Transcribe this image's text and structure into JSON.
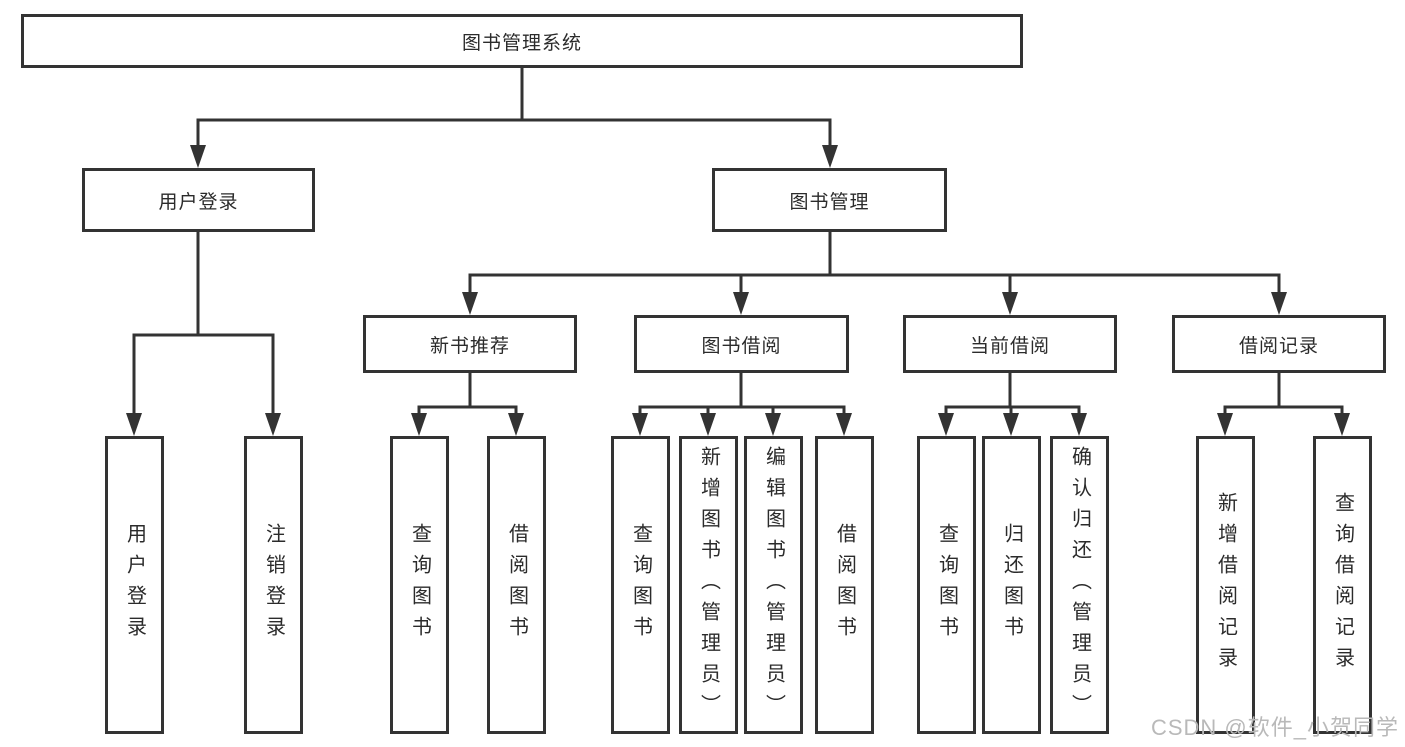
{
  "colors": {
    "line": "#333333",
    "box_border": "#333333",
    "text": "#2b2b2b",
    "watermark": "#b9b9b9",
    "background": "#ffffff"
  },
  "watermark": {
    "text": "CSDN @软件_小贺同学"
  },
  "tree": {
    "label": "图书管理系统",
    "children": [
      {
        "label": "用户登录",
        "children": [
          {
            "label": "用户登录"
          },
          {
            "label": "注销登录"
          }
        ]
      },
      {
        "label": "图书管理",
        "children": [
          {
            "label": "新书推荐",
            "children": [
              {
                "label": "查询图书"
              },
              {
                "label": "借阅图书"
              }
            ]
          },
          {
            "label": "图书借阅",
            "children": [
              {
                "label": "查询图书"
              },
              {
                "label": "新增图书（管理员）"
              },
              {
                "label": "编辑图书（管理员）"
              },
              {
                "label": "借阅图书"
              }
            ]
          },
          {
            "label": "当前借阅",
            "children": [
              {
                "label": "查询图书"
              },
              {
                "label": "归还图书"
              },
              {
                "label": "确认归还（管理员）"
              }
            ]
          },
          {
            "label": "借阅记录",
            "children": [
              {
                "label": "新增借阅记录"
              },
              {
                "label": "查询借阅记录"
              }
            ]
          }
        ]
      }
    ]
  }
}
